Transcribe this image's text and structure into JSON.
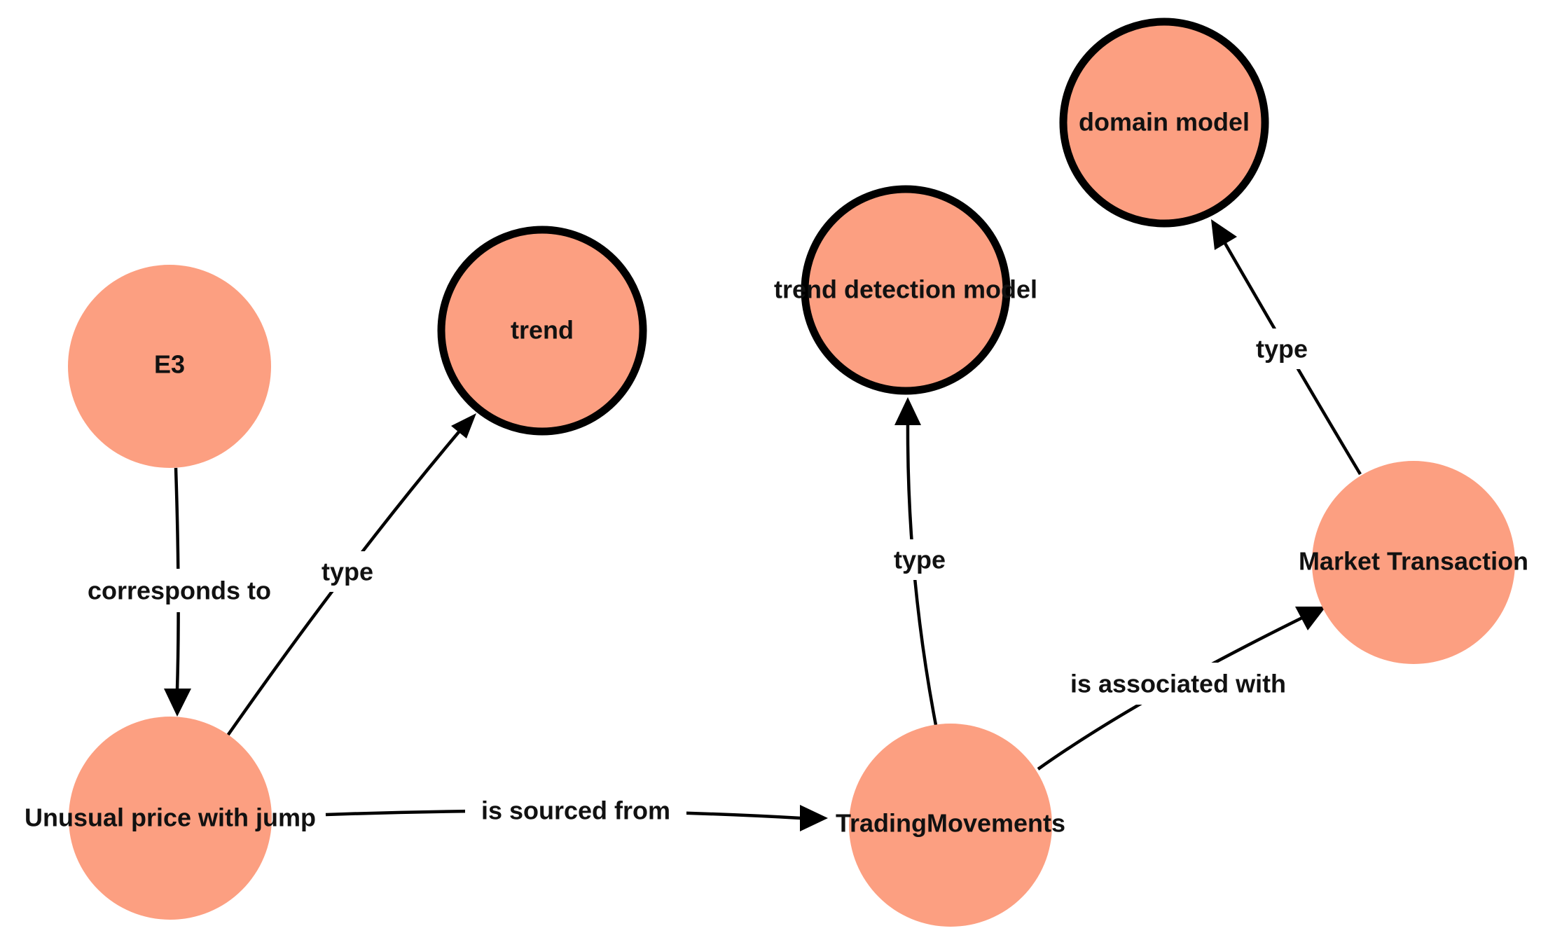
{
  "colors": {
    "node_fill": "#fc9f81",
    "node_outline": "#000000",
    "edge": "#000000",
    "text": "#111111"
  },
  "nodes": {
    "e3": {
      "label": "E3",
      "outlined": false
    },
    "trend": {
      "label": "trend",
      "outlined": true
    },
    "trend_detection_model": {
      "label": "trend detection model",
      "outlined": true
    },
    "domain_model": {
      "label": "domain model",
      "outlined": true
    },
    "unusual_price": {
      "label": "Unusual price with jump",
      "outlined": false
    },
    "trading_movements": {
      "label": "TradingMovements",
      "outlined": false
    },
    "market_transaction": {
      "label": "Market Transaction",
      "outlined": false
    }
  },
  "edges": {
    "e3_unusual": {
      "from": "E3",
      "to": "Unusual price with jump",
      "label": "corresponds to"
    },
    "unusual_trend": {
      "from": "Unusual price with jump",
      "to": "trend",
      "label": "type"
    },
    "unusual_trading": {
      "from": "Unusual price with jump",
      "to": "TradingMovements",
      "label": "is sourced from"
    },
    "trading_tdm": {
      "from": "TradingMovements",
      "to": "trend detection model",
      "label": "type"
    },
    "trading_market": {
      "from": "TradingMovements",
      "to": "Market Transaction",
      "label": "is associated with"
    },
    "market_domain": {
      "from": "Market Transaction",
      "to": "domain model",
      "label": "type"
    }
  }
}
